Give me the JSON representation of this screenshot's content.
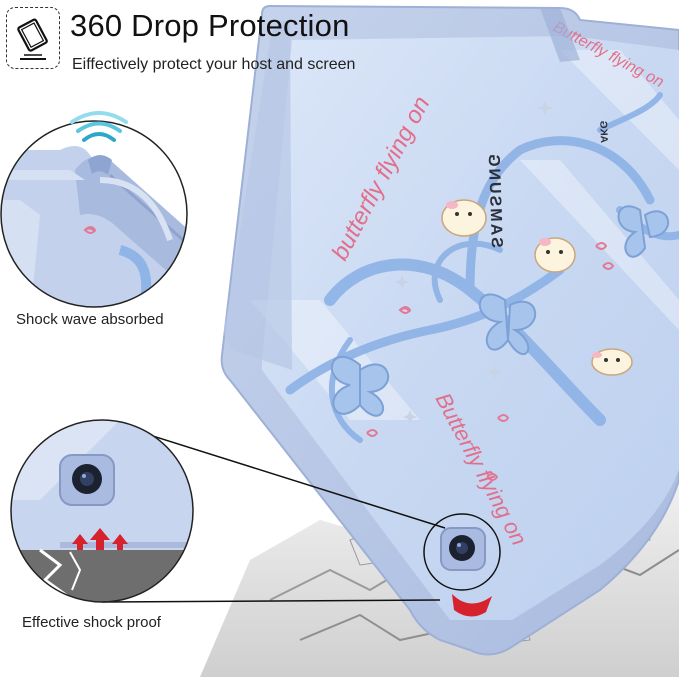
{
  "header": {
    "title": "360 Drop Protection",
    "subtitle": "Eiffectively protect your host and screen"
  },
  "callouts": {
    "shock_wave_caption": "Shock wave absorbed",
    "shock_proof_caption": "Effective shock proof"
  },
  "tablet": {
    "brand_text": "SAMSUNG",
    "camera_text": "AKG",
    "script_text_1": "butterfly flying on",
    "script_text_2": "Butterfly flying on",
    "script_text_3": "Butterfly flying on"
  },
  "icons": {
    "logo": "tablet-outline-icon",
    "waves": "shock-wave-icon",
    "arrows": "upward-arrows-icon"
  },
  "colors": {
    "case_blue": "#b9c9e6",
    "ribbon_blue": "#8fb4e6",
    "script_pink": "#e26f8a",
    "arrow_red": "#d6222c",
    "camera_dark": "#1c2130"
  }
}
